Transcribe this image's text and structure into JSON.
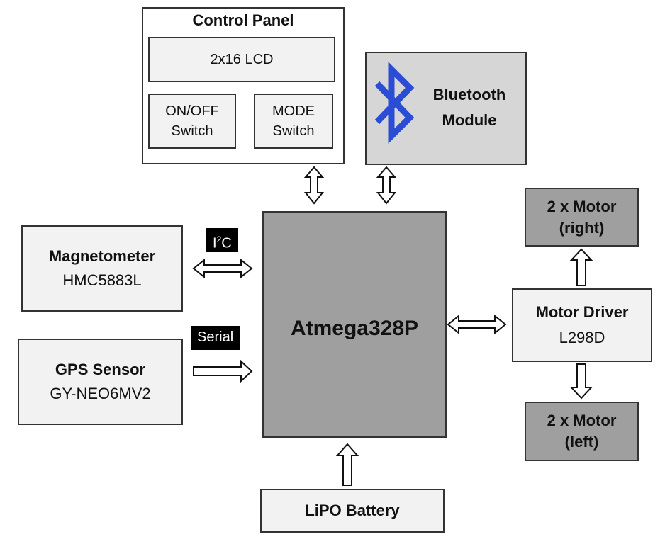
{
  "control_panel": {
    "title": "Control Panel",
    "lcd": "2x16 LCD",
    "onoff": [
      "ON/OFF",
      "Switch"
    ],
    "mode": [
      "MODE",
      "Switch"
    ]
  },
  "bluetooth": {
    "lines": [
      "Bluetooth",
      "Module"
    ],
    "icon": "bluetooth-icon",
    "icon_color": "#2b4dd6"
  },
  "magnetometer": {
    "name": "Magnetometer",
    "model": "HMC5883L"
  },
  "gps": {
    "name": "GPS Sensor",
    "model": "GY-NEO6MV2"
  },
  "mcu": {
    "name": "Atmega328P"
  },
  "i2c_label": {
    "base": "I",
    "sup": "2",
    "rest": "C"
  },
  "serial_label": "Serial",
  "motor_driver": {
    "name": "Motor Driver",
    "model": "L298D"
  },
  "motor_right": [
    "2 x Motor",
    "(right)"
  ],
  "motor_left": [
    "2 x Motor",
    "(left)"
  ],
  "battery": {
    "name": "LiPO Battery"
  }
}
